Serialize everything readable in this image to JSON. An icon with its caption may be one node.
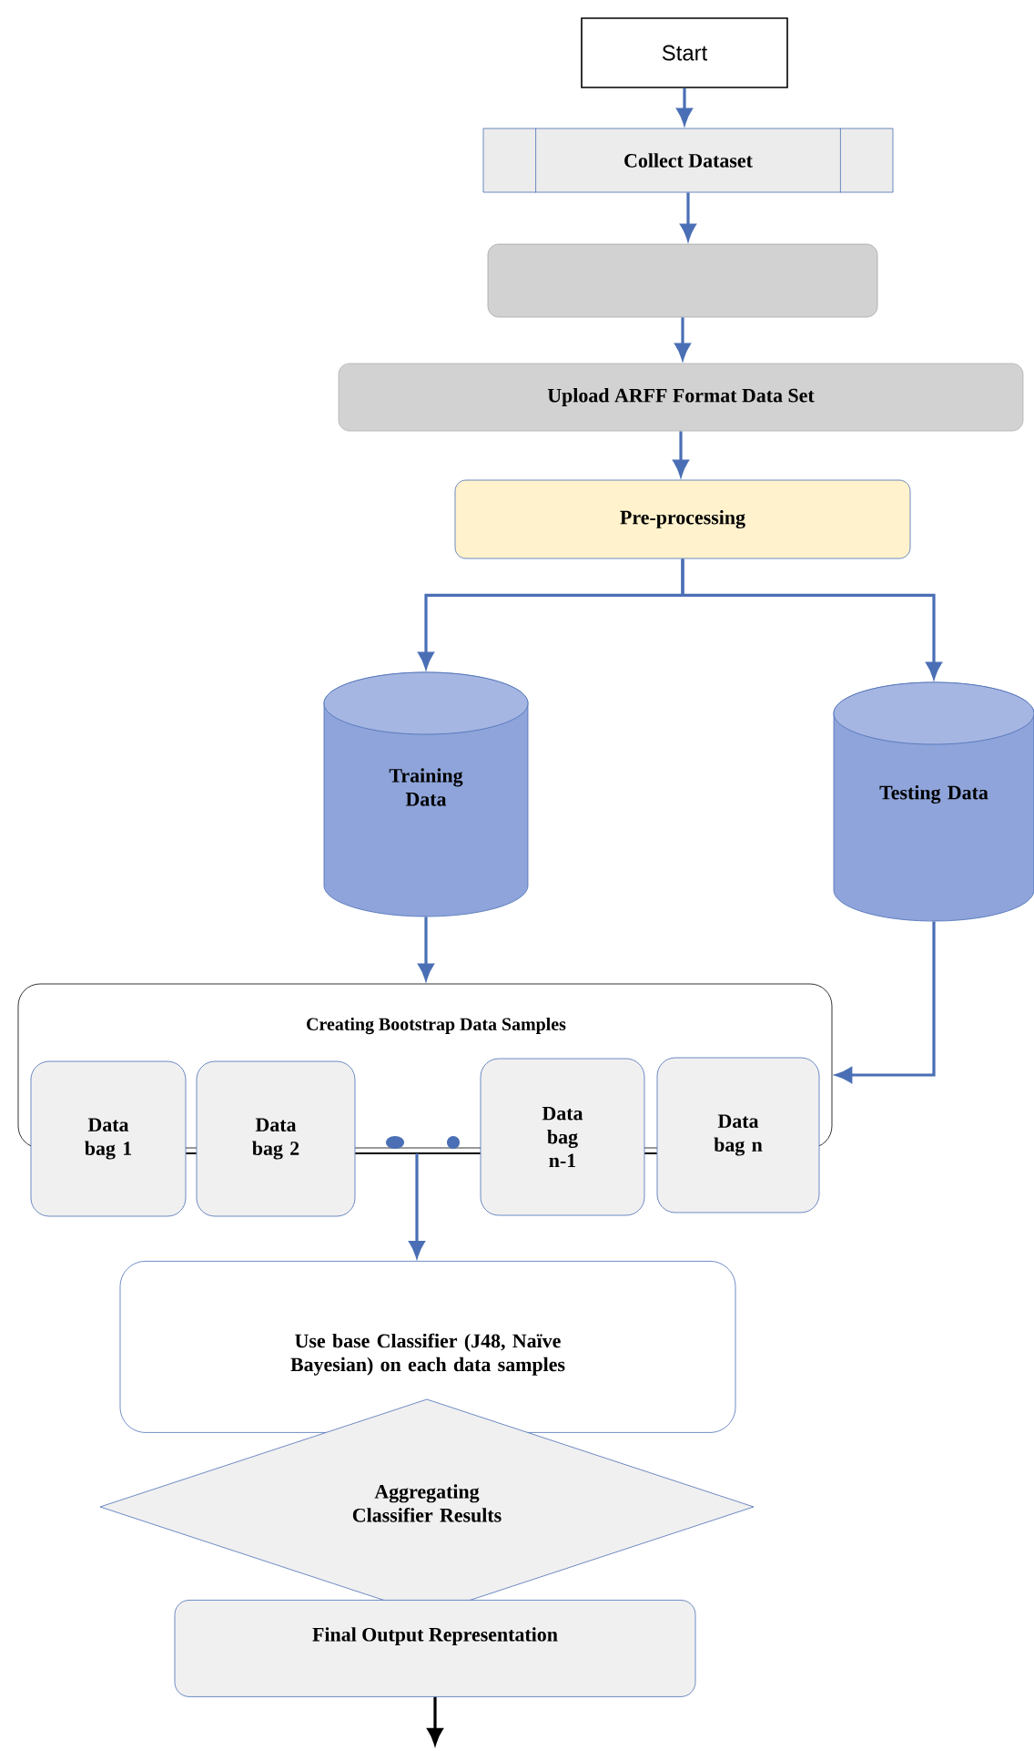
{
  "diagram": {
    "nodes": [
      {
        "text": [
          "Start"
        ]
      },
      {
        "text": [
          "Collect Dataset"
        ]
      },
      {
        "text": [],
        "shape": "box"
      },
      {
        "text": [
          "Upload ARFF Format  Data Set"
        ]
      },
      {
        "text": [
          "Pre-processing"
        ]
      },
      {
        "text": [
          "Training Data"
        ]
      },
      {
        "text": [
          "Testing Data"
        ]
      },
      {
        "text": [
          "Creating Bootstrap Data Samples"
        ]
      },
      {
        "text": [
          "Data bag 1"
        ]
      },
      {
        "text": [
          "Data bag 2"
        ]
      },
      {
        "text": [
          "Data bag n-1"
        ]
      },
      {
        "text": [
          "Data bag n"
        ]
      },
      {
        "text": [
          "Use base Classifier (J48, Naïve Bayesian) on each data samples"
        ]
      },
      {
        "text": [
          "Aggregating Classifier Results"
        ]
      },
      {
        "text": [
          "Final Output Representation"
        ]
      }
    ],
    "edges": [
      {
        "from": 0,
        "to": 1,
        "arrow": "to"
      },
      {
        "from": 1,
        "to": 2,
        "arrow": "to"
      },
      {
        "from": 2,
        "to": 3,
        "arrow": "to"
      },
      {
        "from": 3,
        "to": 4,
        "arrow": "to"
      },
      {
        "from": 4,
        "to": 5,
        "arrow": "to"
      },
      {
        "from": 4,
        "to": 6,
        "arrow": "to"
      },
      {
        "from": 5,
        "to": 7,
        "arrow": "to"
      },
      {
        "from": 6,
        "to": 7,
        "arrow": "to"
      },
      {
        "from": 8,
        "to": 9,
        "arrow": "none",
        "color": "#000000"
      },
      {
        "from": 9,
        "to": 10,
        "arrow": "none",
        "color": "#000000"
      },
      {
        "from": 10,
        "to": 11,
        "arrow": "none",
        "color": "#000000"
      },
      {
        "from": 7,
        "to": 12,
        "arrow": "to"
      },
      {
        "from": 14,
        "to": null,
        "arrow": "to",
        "color": "#000000"
      }
    ]
  }
}
